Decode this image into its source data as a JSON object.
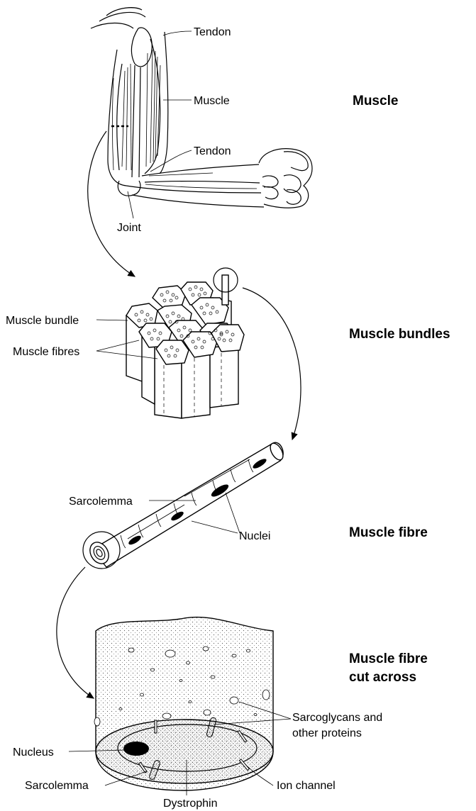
{
  "headings": {
    "muscle": "Muscle",
    "bundles": "Muscle bundles",
    "fibre": "Muscle fibre",
    "cut_line1": "Muscle fibre",
    "cut_line2": "cut across"
  },
  "labels": {
    "tendon_top": "Tendon",
    "muscle": "Muscle",
    "tendon_bottom": "Tendon",
    "joint": "Joint",
    "muscle_bundle": "Muscle bundle",
    "muscle_fibres": "Muscle fibres",
    "sarcolemma_fibre": "Sarcolemma",
    "nuclei": "Nuclei",
    "sarcoglycans_line1": "Sarcoglycans and",
    "sarcoglycans_line2": "other proteins",
    "nucleus": "Nucleus",
    "sarcolemma_cut": "Sarcolemma",
    "ion_channel": "Ion channel",
    "dystrophin": "Dystrophin"
  }
}
